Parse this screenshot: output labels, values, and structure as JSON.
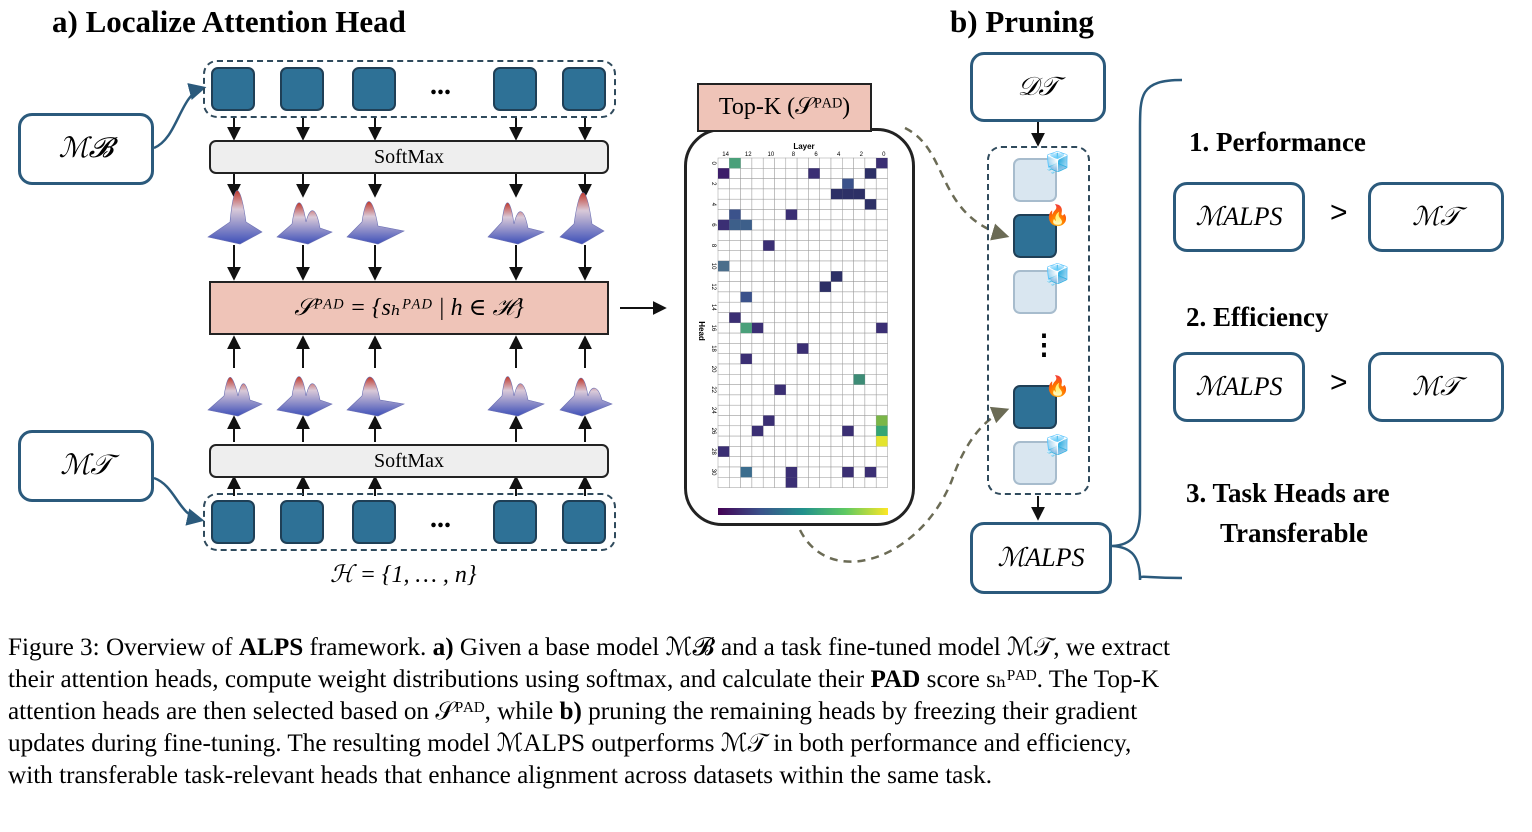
{
  "section_a": {
    "title": "a) Localize Attention Head",
    "softmax_label": "SoftMax",
    "ellipsis": "...",
    "pad_formula": "𝒮ᴾᴬᴰ = {sₕᴾᴬᴰ | h ∈ ℋ}",
    "heads_set": "ℋ = {1, … , n}"
  },
  "models": {
    "base": "ℳ𝓑",
    "task": "ℳ𝒯",
    "alps": "ℳALPS"
  },
  "heatmap": {
    "topk_label": "Top-K (𝒮ᴾᴬᴰ)",
    "x_title": "Layer",
    "y_title": "Head",
    "x_ticks": [
      "14",
      "12",
      "10",
      "8",
      "6",
      "4",
      "2",
      "0"
    ],
    "y_ticks": [
      "0",
      "2",
      "4",
      "6",
      "8",
      "10",
      "12",
      "14",
      "16",
      "18",
      "20",
      "22",
      "24",
      "26",
      "28",
      "30"
    ]
  },
  "section_b": {
    "title": "b) Pruning",
    "dataset": "𝒟𝒯",
    "vertical_ellipsis": "⋮",
    "fire_icon": "🔥",
    "ice_icon": "🧊"
  },
  "criteria": {
    "c1": "1. Performance",
    "c2": "2. Efficiency",
    "c3_line1": "3. Task Heads are",
    "c3_line2": "Transferable",
    "gt": ">"
  },
  "caption": {
    "l1_a": "Figure 3: Overview of ",
    "l1_b": "ALPS",
    "l1_c": " framework. ",
    "l1_d": "a)",
    "l1_e": " Given a base model ℳ𝓑 and a task fine-tuned model ℳ𝒯, we extract",
    "l2_a": "their attention heads, compute weight distributions using softmax, and calculate their ",
    "l2_b": "PAD",
    "l2_c": " score sₕᴾᴬᴰ. The Top-K",
    "l3_a": "attention heads are then selected based on 𝒮ᴾᴬᴰ, while ",
    "l3_b": "b)",
    "l3_c": " pruning the remaining heads by freezing their gradient",
    "l4": "updates during fine-tuning. The resulting model ℳALPS outperforms ℳ𝒯 in both performance and efficiency,",
    "l5": "with transferable task-relevant heads that enhance alignment across datasets within the same task."
  }
}
